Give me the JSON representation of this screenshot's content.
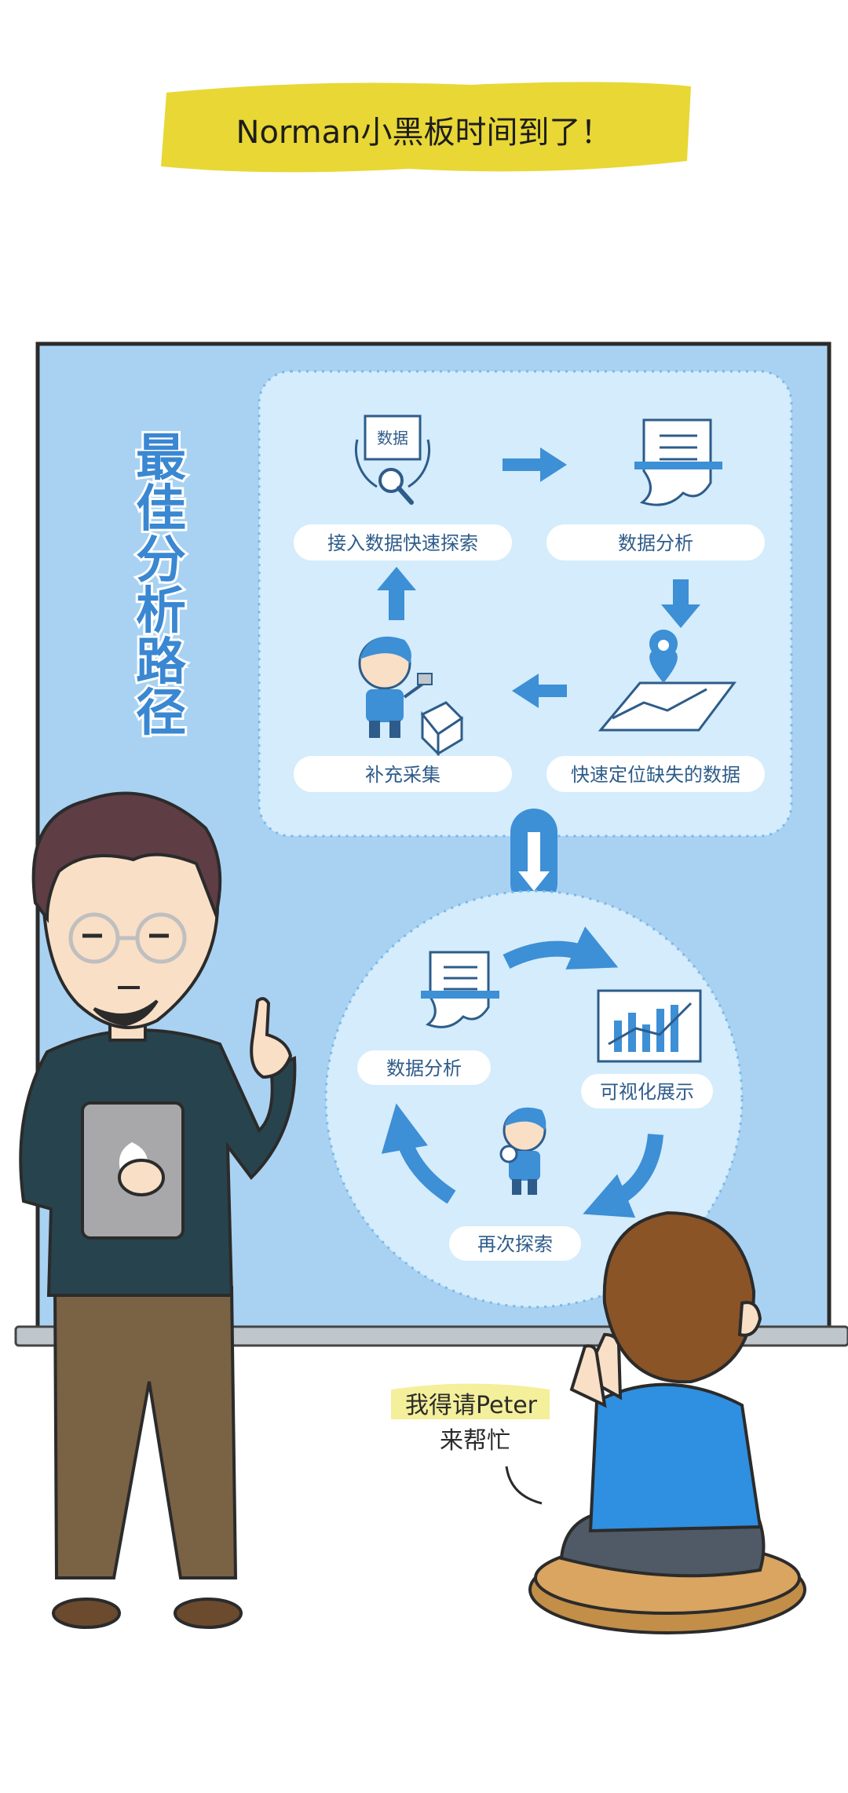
{
  "banner": {
    "title": "Norman小黑板时间到了！"
  },
  "board": {
    "vertical_title": [
      "最",
      "佳",
      "分",
      "析",
      "路",
      "径"
    ],
    "flow_top": {
      "nodes": {
        "ingest": "接入数据快速探索",
        "ingest_box": "数据",
        "analysis": "数据分析",
        "locate": "快速定位缺失的数据",
        "supplement": "补充采集"
      }
    },
    "flow_bottom": {
      "nodes": {
        "analysis": "数据分析",
        "visualize": "可视化展示",
        "explore_again": "再次探索"
      }
    }
  },
  "speech_bubble": {
    "line1": "我得请Peter",
    "line2": "来帮忙"
  },
  "colors": {
    "board": "#a9d2f2",
    "panel": "#d4ecfb",
    "accent": "#3d8fd6",
    "banner": "#e8d735",
    "title": "#3a87d2",
    "label_text": "#2e5c8a"
  },
  "icons": [
    "database-box-icon",
    "magnifier-icon",
    "document-icon",
    "location-pin-icon",
    "up-arrow-icon",
    "down-arrow-icon",
    "left-arrow-icon",
    "right-arrow-icon",
    "bar-chart-icon",
    "cycle-arrow-icon"
  ]
}
